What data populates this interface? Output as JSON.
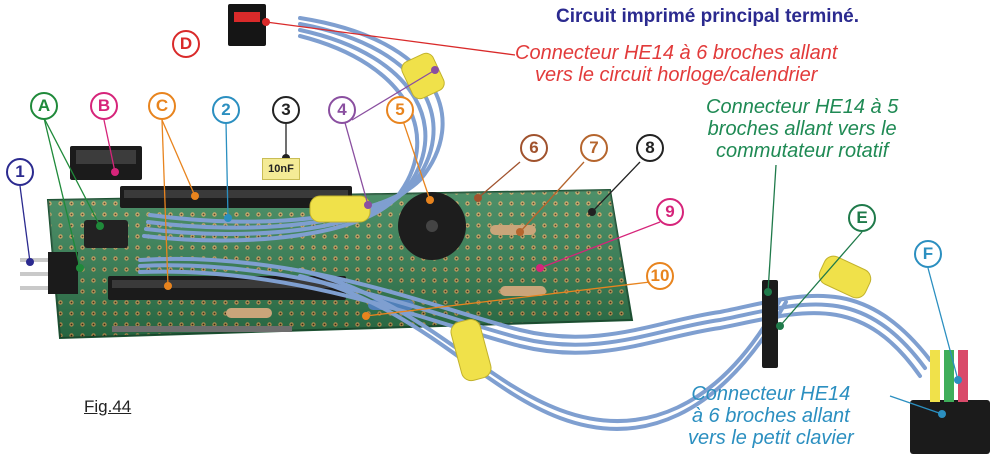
{
  "title": "Circuit imprimé principal terminé.",
  "captions": {
    "d": [
      "Connecteur HE14 à 6 broches allant",
      "vers le circuit horloge/calendrier"
    ],
    "e": [
      "Connecteur HE14 à 5",
      "broches allant vers le",
      "commutateur rotatif"
    ],
    "f": [
      "Connecteur HE14",
      "à 6 broches allant",
      "vers le petit clavier"
    ]
  },
  "figure_label": "Fig.44",
  "component_text": "10nF",
  "callouts": [
    {
      "id": "A",
      "color": "#1f8a3a"
    },
    {
      "id": "B",
      "color": "#d6247a"
    },
    {
      "id": "C",
      "color": "#e8841e"
    },
    {
      "id": "D",
      "color": "#d92a2a"
    },
    {
      "id": "E",
      "color": "#1f7a4a"
    },
    {
      "id": "F",
      "color": "#2b8fc0"
    },
    {
      "id": "1",
      "color": "#2b2a8f"
    },
    {
      "id": "2",
      "color": "#2b8fc0"
    },
    {
      "id": "3",
      "color": "#222222"
    },
    {
      "id": "4",
      "color": "#8a4fa0"
    },
    {
      "id": "5",
      "color": "#e8841e"
    },
    {
      "id": "6",
      "color": "#a0522d"
    },
    {
      "id": "7",
      "color": "#b5652d"
    },
    {
      "id": "8",
      "color": "#222222"
    },
    {
      "id": "9",
      "color": "#d6247a"
    },
    {
      "id": "10",
      "color": "#e8841e"
    }
  ]
}
